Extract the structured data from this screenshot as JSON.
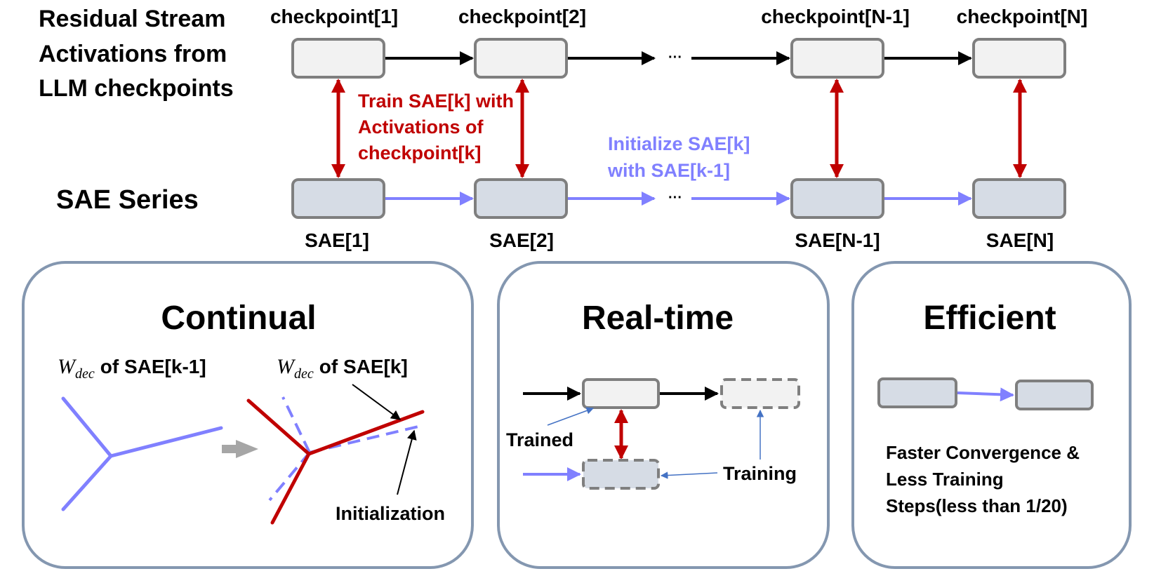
{
  "top": {
    "row_label_lines": [
      "Residual Stream",
      "Activations from",
      "LLM checkpoints"
    ],
    "sae_row_label": "SAE Series",
    "checkpoints": [
      "checkpoint[1]",
      "checkpoint[2]",
      "checkpoint[N-1]",
      "checkpoint[N]"
    ],
    "saes": [
      "SAE[1]",
      "SAE[2]",
      "SAE[N-1]",
      "SAE[N]"
    ],
    "ellipsis": "···",
    "train_note_lines": [
      "Train SAE[k] with",
      "Activations of",
      "checkpoint[k]"
    ],
    "init_note_lines": [
      "Initialize SAE[k]",
      "with SAE[k-1]"
    ]
  },
  "panels": {
    "continual": {
      "title": "Continual",
      "wdec_symbol": "W",
      "wdec_subscript": "dec",
      "prev_caption": "of SAE[k-1]",
      "curr_caption": "of SAE[k]",
      "initialization_label": "Initialization"
    },
    "realtime": {
      "title": "Real-time",
      "trained_label": "Trained",
      "training_label": "Training"
    },
    "efficient": {
      "title": "Efficient",
      "note_lines": [
        "Faster Convergence &",
        "Less Training",
        "Steps(less than 1/20)"
      ]
    }
  },
  "colors": {
    "red": "#c00000",
    "blue": "#8080ff",
    "black": "#000000",
    "checkpoint_fill": "#f2f2f2",
    "sae_fill": "#d6dce5",
    "box_border": "#7f7f7f",
    "panel_border": "#8497b0"
  }
}
